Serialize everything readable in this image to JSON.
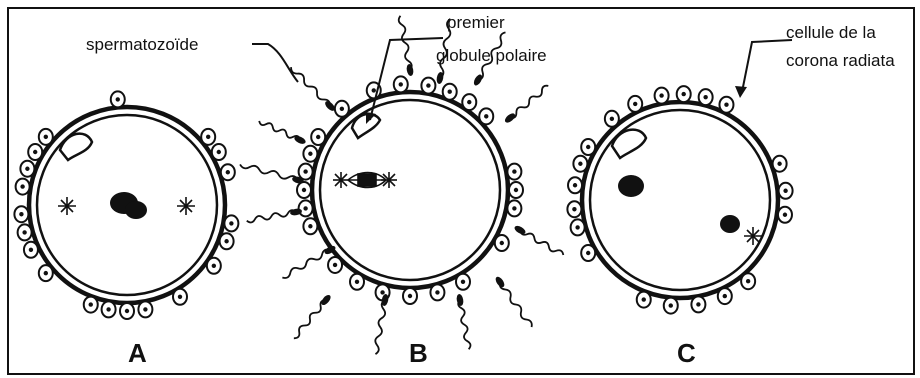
{
  "labels": {
    "spermatozoide": "spermatozoïde",
    "premier_line1": "premier",
    "premier_line2": "globule polaire",
    "corona_line1": "cellule de la",
    "corona_line2": "corona radiata"
  },
  "panels": [
    "A",
    "B",
    "C"
  ],
  "colors": {
    "ink": "#111111",
    "paper": "#ffffff"
  }
}
